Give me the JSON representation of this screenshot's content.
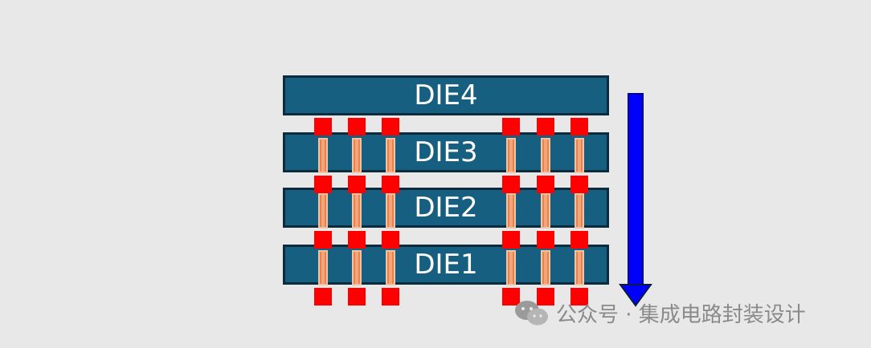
{
  "dies": [
    {
      "label": "DIE4"
    },
    {
      "label": "DIE3"
    },
    {
      "label": "DIE2"
    },
    {
      "label": "DIE1"
    }
  ],
  "watermark": {
    "text": "公众号 · 集成电路封装设计",
    "icon": "wechat-logo-icon"
  },
  "colors": {
    "die_fill": "#165f80",
    "die_border": "#0c2c3d",
    "pad": "#ff0000",
    "via": "#e8834e",
    "arrow": "#0000ff",
    "background": "#e8e8e8"
  }
}
